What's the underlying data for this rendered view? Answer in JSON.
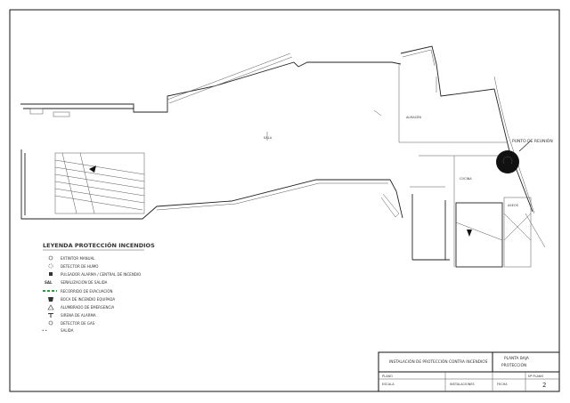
{
  "legend": {
    "title": "LEYENDA PROTECCIÓN INCENDIOS",
    "items": [
      {
        "icon": "extinguisher-icon",
        "label": "EXTINTOR MANUAL"
      },
      {
        "icon": "detector-icon",
        "label": "DETECTOR DE HUMO"
      },
      {
        "icon": "push-button-icon",
        "label": "PULSADOR ALARMA / CENTRAL DE INCENDIO"
      },
      {
        "icon": "exit-sign-icon",
        "label": "SEÑALIZACIÓN DE SALIDA"
      },
      {
        "icon": "evacuation-route-icon",
        "label": "RECORRIDO DE EVACUACIÓN"
      },
      {
        "icon": "hydrant-icon",
        "label": "BOCA DE INCENDIO EQUIPADA"
      },
      {
        "icon": "emergency-light-icon",
        "label": "ALUMBRADO DE EMERGENCIA"
      },
      {
        "icon": "siren-icon",
        "label": "SIRENA DE ALARMA"
      },
      {
        "icon": "gas-detector-icon",
        "label": "DETECTOR DE GAS"
      },
      {
        "icon": "exit-icon",
        "label": "SALIDA"
      }
    ],
    "route_color": "#2ea02e"
  },
  "plan": {
    "callout": "PUNTO DE REUNIÓN",
    "room_labels": [
      "SALA",
      "ALMACÉN",
      "COCINA",
      "ASEOS"
    ],
    "marker_color": "#111111"
  },
  "title_block": {
    "project": "INSTALACIÓN DE PROTECCIÓN CONTRA INCENDIOS",
    "plan_name": "PLANTA BAJA",
    "plan_subtitle": "PROTECCIÓN",
    "label_left_1": "PLANO",
    "label_left_2": "ESCALA",
    "cell_mid_1": "INSTALACIONES",
    "cell_mid_2": "FECHA",
    "cell_right_1": "Nº PLANO",
    "sheet_number": "2"
  }
}
